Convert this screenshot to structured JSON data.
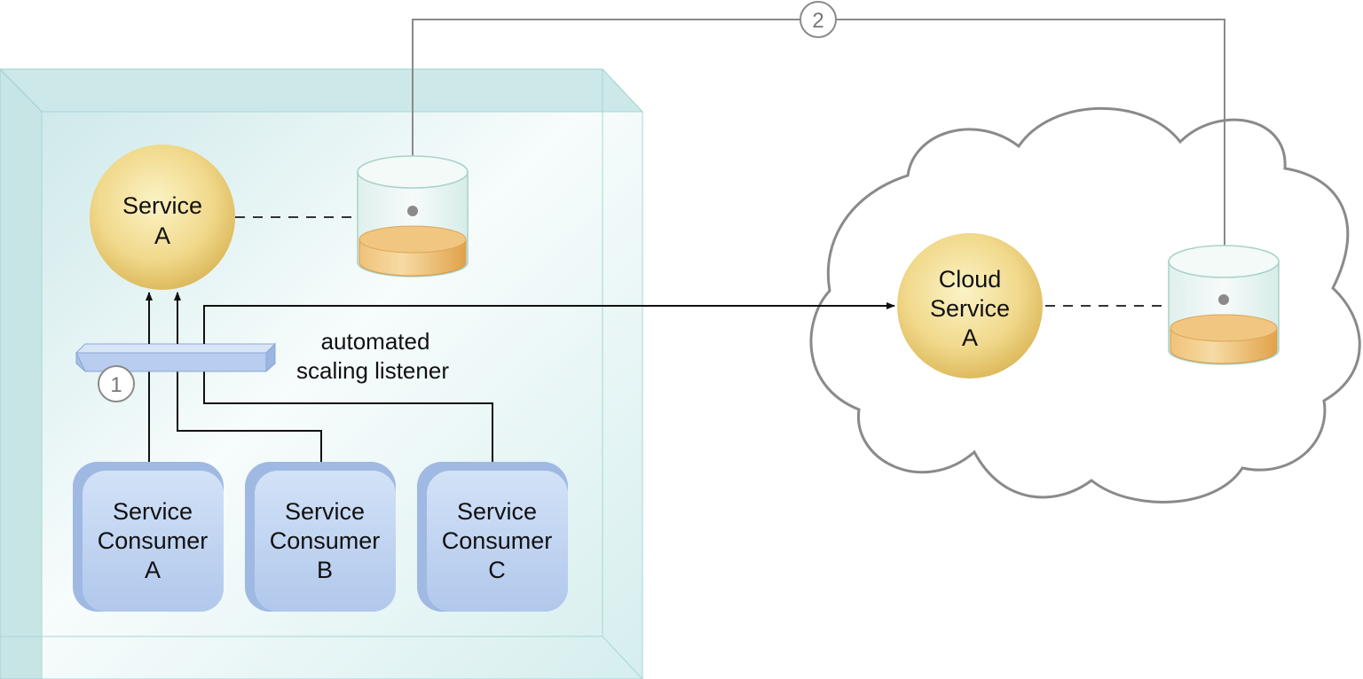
{
  "service": {
    "line1": "Service",
    "line2": "A"
  },
  "cloud_service": {
    "line1": "Cloud",
    "line2": "Service",
    "line3": "A"
  },
  "listener": {
    "line1": "automated",
    "line2": "scaling listener"
  },
  "consumers": [
    {
      "line1": "Service",
      "line2": "Consumer",
      "line3": "A"
    },
    {
      "line1": "Service",
      "line2": "Consumer",
      "line3": "B"
    },
    {
      "line1": "Service",
      "line2": "Consumer",
      "line3": "C"
    }
  ],
  "markers": {
    "step1": "1",
    "step2": "2"
  }
}
